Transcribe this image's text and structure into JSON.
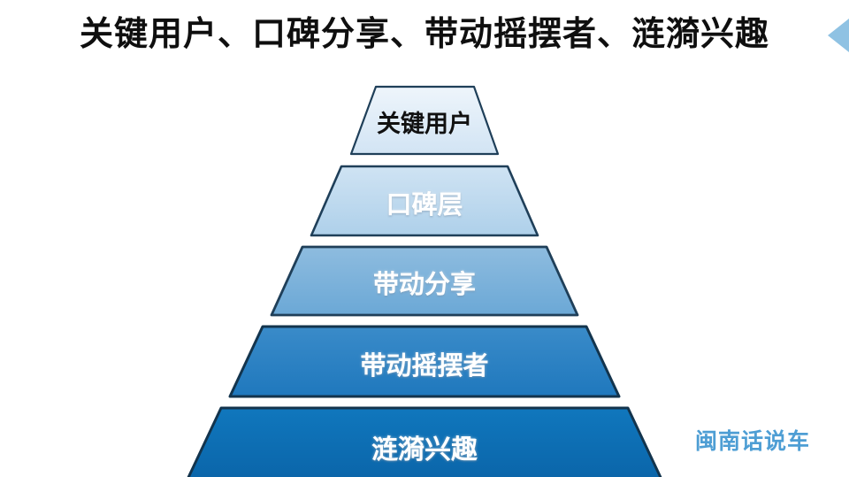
{
  "slide": {
    "title": "关键用户、口碑分享、带动摇摆者、涟漪兴趣",
    "background_color": "#ffffff",
    "title_color": "#0f0f0f"
  },
  "corner_arrow": {
    "name": "left-triangle-icon",
    "color": "#8fc2e3"
  },
  "watermark": {
    "text": "闽南话说车",
    "color": "#4e9ed4"
  },
  "chart_data": {
    "type": "pyramid",
    "title": "关键用户、口碑分享、带动摇摆者、涟漪兴趣",
    "levels": [
      {
        "rank": 1,
        "label": "关键用户",
        "fill_top": "#eef5fb",
        "fill_bottom": "#d2e4f4",
        "stroke": "#1f3f59",
        "text_color": "#111111",
        "font_size": 27
      },
      {
        "rank": 2,
        "label": "口碑层",
        "fill_top": "#cfe3f3",
        "fill_bottom": "#aed0ea",
        "stroke": "#1f3f59",
        "text_color": "#ffffff",
        "font_size": 29
      },
      {
        "rank": 3,
        "label": "带动分享",
        "fill_top": "#8ebcdf",
        "fill_bottom": "#6ba8d6",
        "stroke": "#1f3f59",
        "text_color": "#ffffff",
        "font_size": 29
      },
      {
        "rank": 4,
        "label": "带动摇摆者",
        "fill_top": "#3a8bc9",
        "fill_bottom": "#1f78bd",
        "stroke": "#13344d",
        "text_color": "#ffffff",
        "font_size": 29
      },
      {
        "rank": 5,
        "label": "涟漪兴趣",
        "fill_top": "#1077bd",
        "fill_bottom": "#0a64a8",
        "stroke": "#13344d",
        "text_color": "#ffffff",
        "font_size": 30
      }
    ],
    "orientation": "apex-top",
    "legend": "none",
    "grid": false
  }
}
